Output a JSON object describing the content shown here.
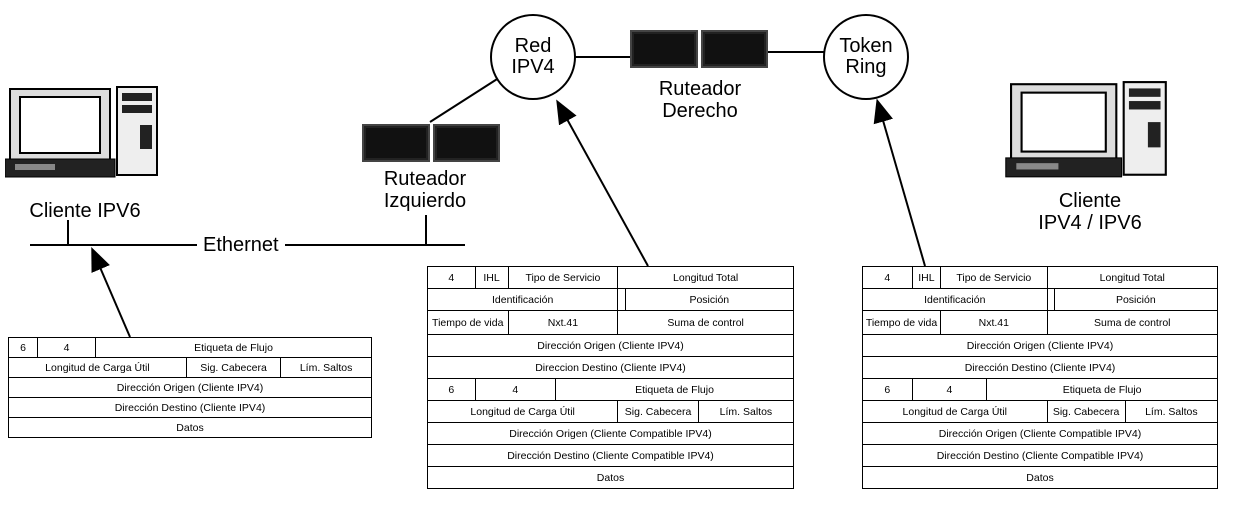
{
  "nodes": {
    "red_ipv4": [
      "Red",
      "IPV4"
    ],
    "token_ring": [
      "Token",
      "Ring"
    ],
    "router_right": [
      "Ruteador",
      "Derecho"
    ],
    "router_left": [
      "Ruteador",
      "Izquierdo"
    ],
    "client_ipv6": "Cliente IPV6",
    "client_dual": [
      "Cliente",
      "IPV4 / IPV6"
    ],
    "ethernet": "Ethernet"
  },
  "tables": {
    "left": {
      "r1": [
        "6",
        "4",
        "Etiqueta de Flujo"
      ],
      "r2": [
        "Longitud de Carga Útil",
        "Sig. Cabecera",
        "Lím. Saltos"
      ],
      "r3": "Dirección Origen (Cliente IPV4)",
      "r4": "Dirección Destino (Cliente IPV4)",
      "r5": "Datos"
    },
    "mid": {
      "v4_r1": [
        "4",
        "IHL",
        "Tipo de Servicio",
        "Longitud Total"
      ],
      "v4_r2": [
        "Identificación",
        "Posición"
      ],
      "v4_r3": [
        "Tiempo de vida",
        "Nxt.41",
        "Suma de control"
      ],
      "v4_r4": "Dirección Origen (Cliente IPV4)",
      "v4_r5": "Direccion Destino (Cliente IPV4)",
      "v6_r1": [
        "6",
        "4",
        "Etiqueta de Flujo"
      ],
      "v6_r2": [
        "Longitud de Carga Útil",
        "Sig. Cabecera",
        "Lím. Saltos"
      ],
      "v6_r3": "Dirección Origen (Cliente Compatible IPV4)",
      "v6_r4": "Dirección Destino (Cliente Compatible IPV4)",
      "v6_r5": "Datos"
    },
    "right": {
      "v4_r1": [
        "4",
        "IHL",
        "Tipo de Servicio",
        "Longitud Total"
      ],
      "v4_r2": [
        "Identificación",
        "Posición"
      ],
      "v4_r3": [
        "Tiempo de vida",
        "Nxt.41",
        "Suma de control"
      ],
      "v4_r4": "Dirección Origen (Cliente IPV4)",
      "v4_r5": "Dirección Destino (Cliente IPV4)",
      "v6_r1": [
        "6",
        "4",
        "Etiqueta de Flujo"
      ],
      "v6_r2": [
        "Longitud de Carga Útil",
        "Sig. Cabecera",
        "Lím. Saltos"
      ],
      "v6_r3": "Dirección Origen (Cliente Compatible IPV4)",
      "v6_r4": "Dirección Destino (Cliente Compatible IPV4)",
      "v6_r5": "Datos"
    }
  },
  "icons": {
    "computer_left": "desktop-computer-icon",
    "computer_right": "desktop-computer-icon",
    "router": "router-icon"
  }
}
